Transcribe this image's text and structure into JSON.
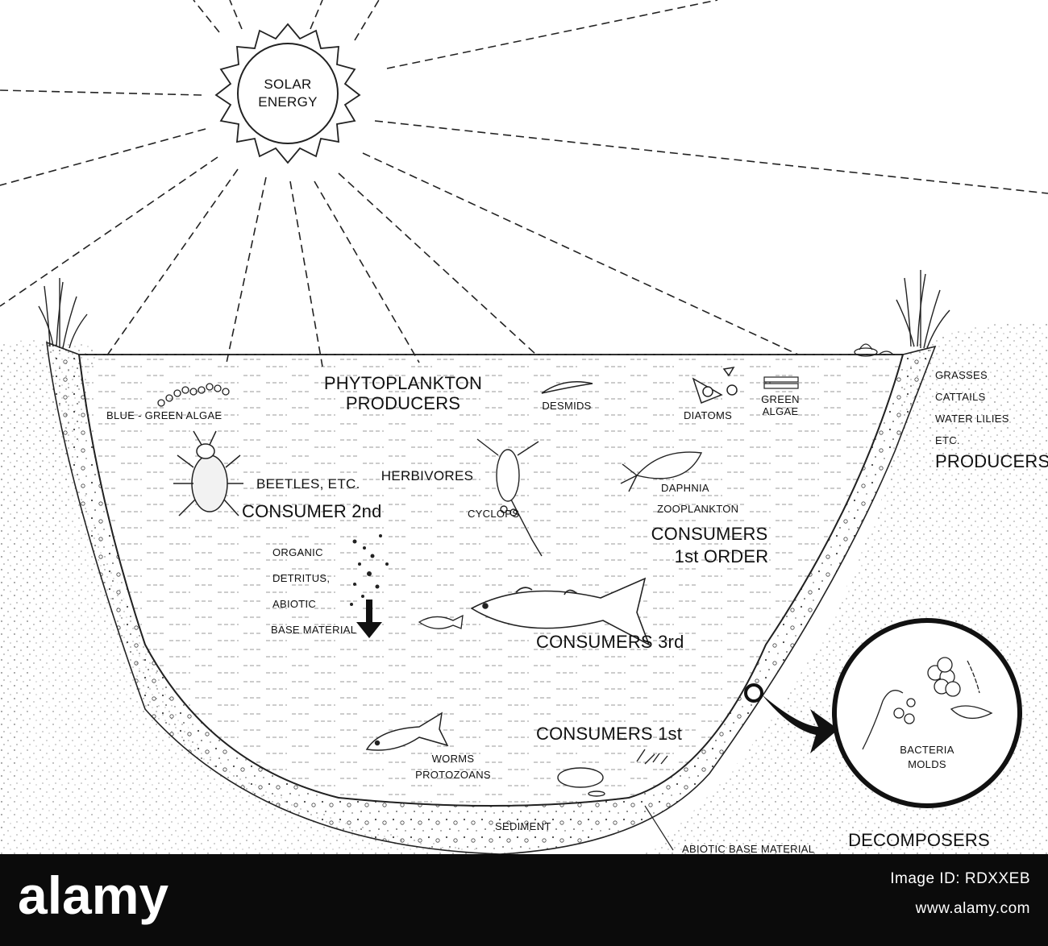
{
  "labels": {
    "sun": [
      "SOLAR",
      "ENERGY"
    ],
    "phytoplankton": "PHYTOPLANKTON",
    "producers_water": "PRODUCERS",
    "blue_green_algae": "BLUE - GREEN  ALGAE",
    "desmids": "DESMIDS",
    "diatoms": "DIATOMS",
    "green_algae": [
      "GREEN",
      "ALGAE"
    ],
    "shore_plants": [
      "GRASSES",
      "CATTAILS",
      "WATER LILIES",
      "ETC."
    ],
    "producers_shore": "PRODUCERS",
    "beetles": "BEETLES, ETC.",
    "herbivores": "HERBIVORES",
    "daphnia": [
      "DAPHNIA",
      "ZOOPLANKTON"
    ],
    "consumer_2nd": "CONSUMER  2nd",
    "cyclops": "CYCLOPS",
    "consumers_1st_order": [
      "CONSUMERS",
      "1st  ORDER"
    ],
    "detritus": [
      "ORGANIC",
      "DETRITUS,",
      "ABIOTIC",
      "BASE  MATERIAL"
    ],
    "consumers_3rd": "CONSUMERS  3rd",
    "consumers_1st": "CONSUMERS  1st",
    "worms": [
      "WORMS",
      "PROTOZOANS"
    ],
    "bacteria": [
      "BACTERIA",
      "MOLDS"
    ],
    "decomposers": "DECOMPOSERS",
    "sediment": "SEDIMENT",
    "abiotic_bottom": "ABIOTIC  BASE  MATERIAL"
  },
  "watermark": {
    "logo": "alamy",
    "image_id": "Image ID: RDXXEB",
    "url": "www.alamy.com"
  }
}
